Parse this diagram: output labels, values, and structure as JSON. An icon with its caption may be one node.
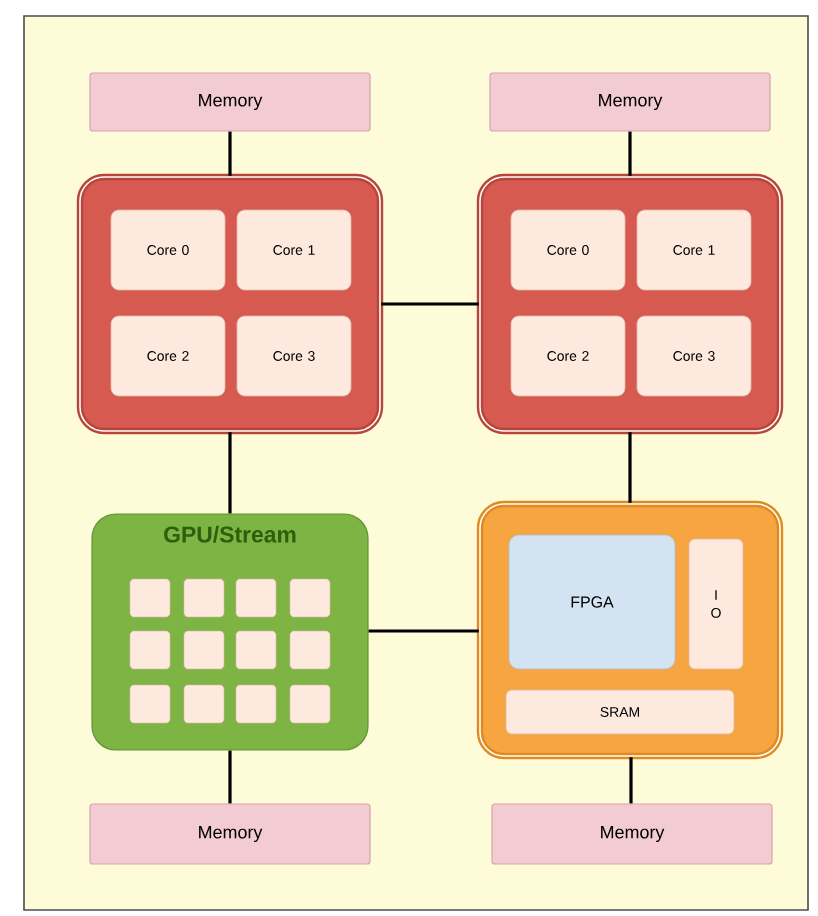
{
  "diagram": {
    "nodes": [
      {
        "text": [
          "Memory"
        ]
      },
      {
        "text": [
          "Memory"
        ]
      },
      {
        "text": [],
        "shape": "box"
      },
      {
        "text": [
          "Core 0"
        ],
        "in": 2
      },
      {
        "text": [
          "Core 1"
        ],
        "in": 2
      },
      {
        "text": [
          "Core 2"
        ],
        "in": 2
      },
      {
        "text": [
          "Core 3"
        ],
        "in": 2
      },
      {
        "text": [],
        "shape": "box"
      },
      {
        "text": [
          "Core 0"
        ],
        "in": 7
      },
      {
        "text": [
          "Core 1"
        ],
        "in": 7
      },
      {
        "text": [
          "Core 2"
        ],
        "in": 7
      },
      {
        "text": [
          "Core 3"
        ],
        "in": 7
      },
      {
        "text": [
          "GPU/Stream"
        ]
      },
      {
        "text": [],
        "shape": "box",
        "in": 12
      },
      {
        "text": [],
        "shape": "box",
        "in": 12
      },
      {
        "text": [],
        "shape": "box",
        "in": 12
      },
      {
        "text": [],
        "shape": "box",
        "in": 12
      },
      {
        "text": [],
        "shape": "box",
        "in": 12
      },
      {
        "text": [],
        "shape": "box",
        "in": 12
      },
      {
        "text": [],
        "shape": "box",
        "in": 12
      },
      {
        "text": [],
        "shape": "box",
        "in": 12
      },
      {
        "text": [],
        "shape": "box",
        "in": 12
      },
      {
        "text": [],
        "shape": "box",
        "in": 12
      },
      {
        "text": [],
        "shape": "box",
        "in": 12
      },
      {
        "text": [],
        "shape": "box",
        "in": 12
      },
      {
        "text": [],
        "shape": "box"
      },
      {
        "text": [
          "FPGA"
        ],
        "in": 25
      },
      {
        "text": [
          "I O"
        ],
        "in": 25
      },
      {
        "text": [
          "SRAM"
        ],
        "in": 25
      },
      {
        "text": [
          "Memory"
        ]
      },
      {
        "text": [
          "Memory"
        ]
      }
    ],
    "edges": [
      {
        "from": 0,
        "to": 2,
        "arrow": "none"
      },
      {
        "from": 1,
        "to": 7,
        "arrow": "none"
      },
      {
        "from": 2,
        "to": 7,
        "arrow": "none"
      },
      {
        "from": 2,
        "to": 12,
        "arrow": "none"
      },
      {
        "from": 7,
        "to": 25,
        "arrow": "none"
      },
      {
        "from": 12,
        "to": 25,
        "arrow": "none"
      },
      {
        "from": 12,
        "to": 29,
        "arrow": "none"
      },
      {
        "from": 25,
        "to": 30,
        "arrow": "none"
      }
    ]
  }
}
